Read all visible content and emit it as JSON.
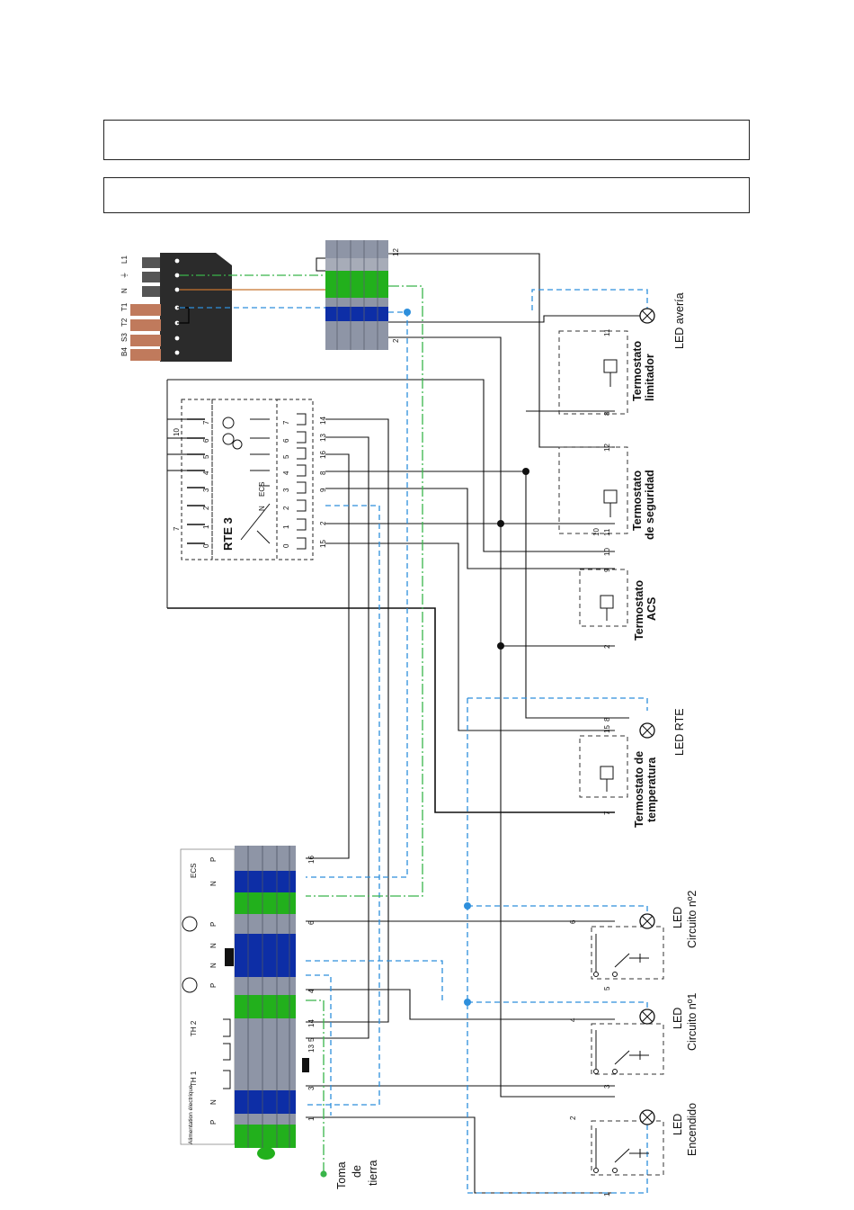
{
  "header_boxes": [
    "",
    ""
  ],
  "connector": {
    "pins": [
      "L1",
      "⏚",
      "N",
      "T1",
      "T2",
      "S3",
      "B4"
    ]
  },
  "top_block": {
    "terminals": [
      "12",
      "2"
    ]
  },
  "rte": {
    "title": "RTE 3",
    "row_top": [
      "0",
      "1",
      "2",
      "3",
      "4",
      "5",
      "6",
      "7"
    ],
    "row_mid": [
      "0",
      "1",
      "2",
      "3",
      "4",
      "5",
      "6",
      "7"
    ],
    "row_out": [
      "15",
      "2",
      "9",
      "8",
      "16",
      "13",
      "14"
    ],
    "aux": [
      "7",
      "10"
    ],
    "switch_labels": [
      "N",
      "ECS"
    ]
  },
  "components": {
    "limitador": {
      "label_1": "Termostato",
      "label_2": "limitador",
      "pins": [
        "8",
        "11"
      ]
    },
    "seguridad": {
      "label_1": "Termostato",
      "label_2": "de seguridad",
      "pins": [
        "11",
        "10",
        "12"
      ]
    },
    "acs": {
      "label_1": "Termostato",
      "label_2": "ACS",
      "pins": [
        "2",
        "9",
        "10"
      ]
    },
    "temperatura": {
      "label_1": "Termostato de",
      "label_2": "temperatura",
      "pins": [
        "7",
        "15",
        "8"
      ]
    }
  },
  "leds": {
    "averia": "LED avería",
    "rte": "LED RTE",
    "circuito2_1": "LED",
    "circuito2_2": "Circuito nº2",
    "circuito1_1": "LED",
    "circuito1_2": "Circuito nº1",
    "encendido_1": "LED",
    "encendido_2": "Encendido"
  },
  "bottom_block": {
    "terminal_numbers": [
      "16",
      "6",
      "4",
      "14",
      "5",
      "13",
      "3",
      "1"
    ],
    "section_labels": [
      "ECS",
      "TH 2",
      "TH 1",
      "Alimentation électrique"
    ],
    "module_labels": [
      "N",
      "P",
      "N",
      "P",
      "N",
      "P",
      "N",
      "P"
    ]
  },
  "ground": {
    "label_1": "Toma",
    "label_2": "de",
    "label_3": "tierra"
  },
  "relay_pins": {
    "r1": [
      "2",
      "1"
    ],
    "r2": [
      "4",
      "3"
    ],
    "r3": [
      "6",
      "5"
    ]
  },
  "colors": {
    "blue_module": "#0d2ea6",
    "green_module": "#22b01c",
    "gray_module": "#8e95a6",
    "neutral_line": "#2d8fdc",
    "earth_line": "#39b54a",
    "live_line": "#111111"
  }
}
